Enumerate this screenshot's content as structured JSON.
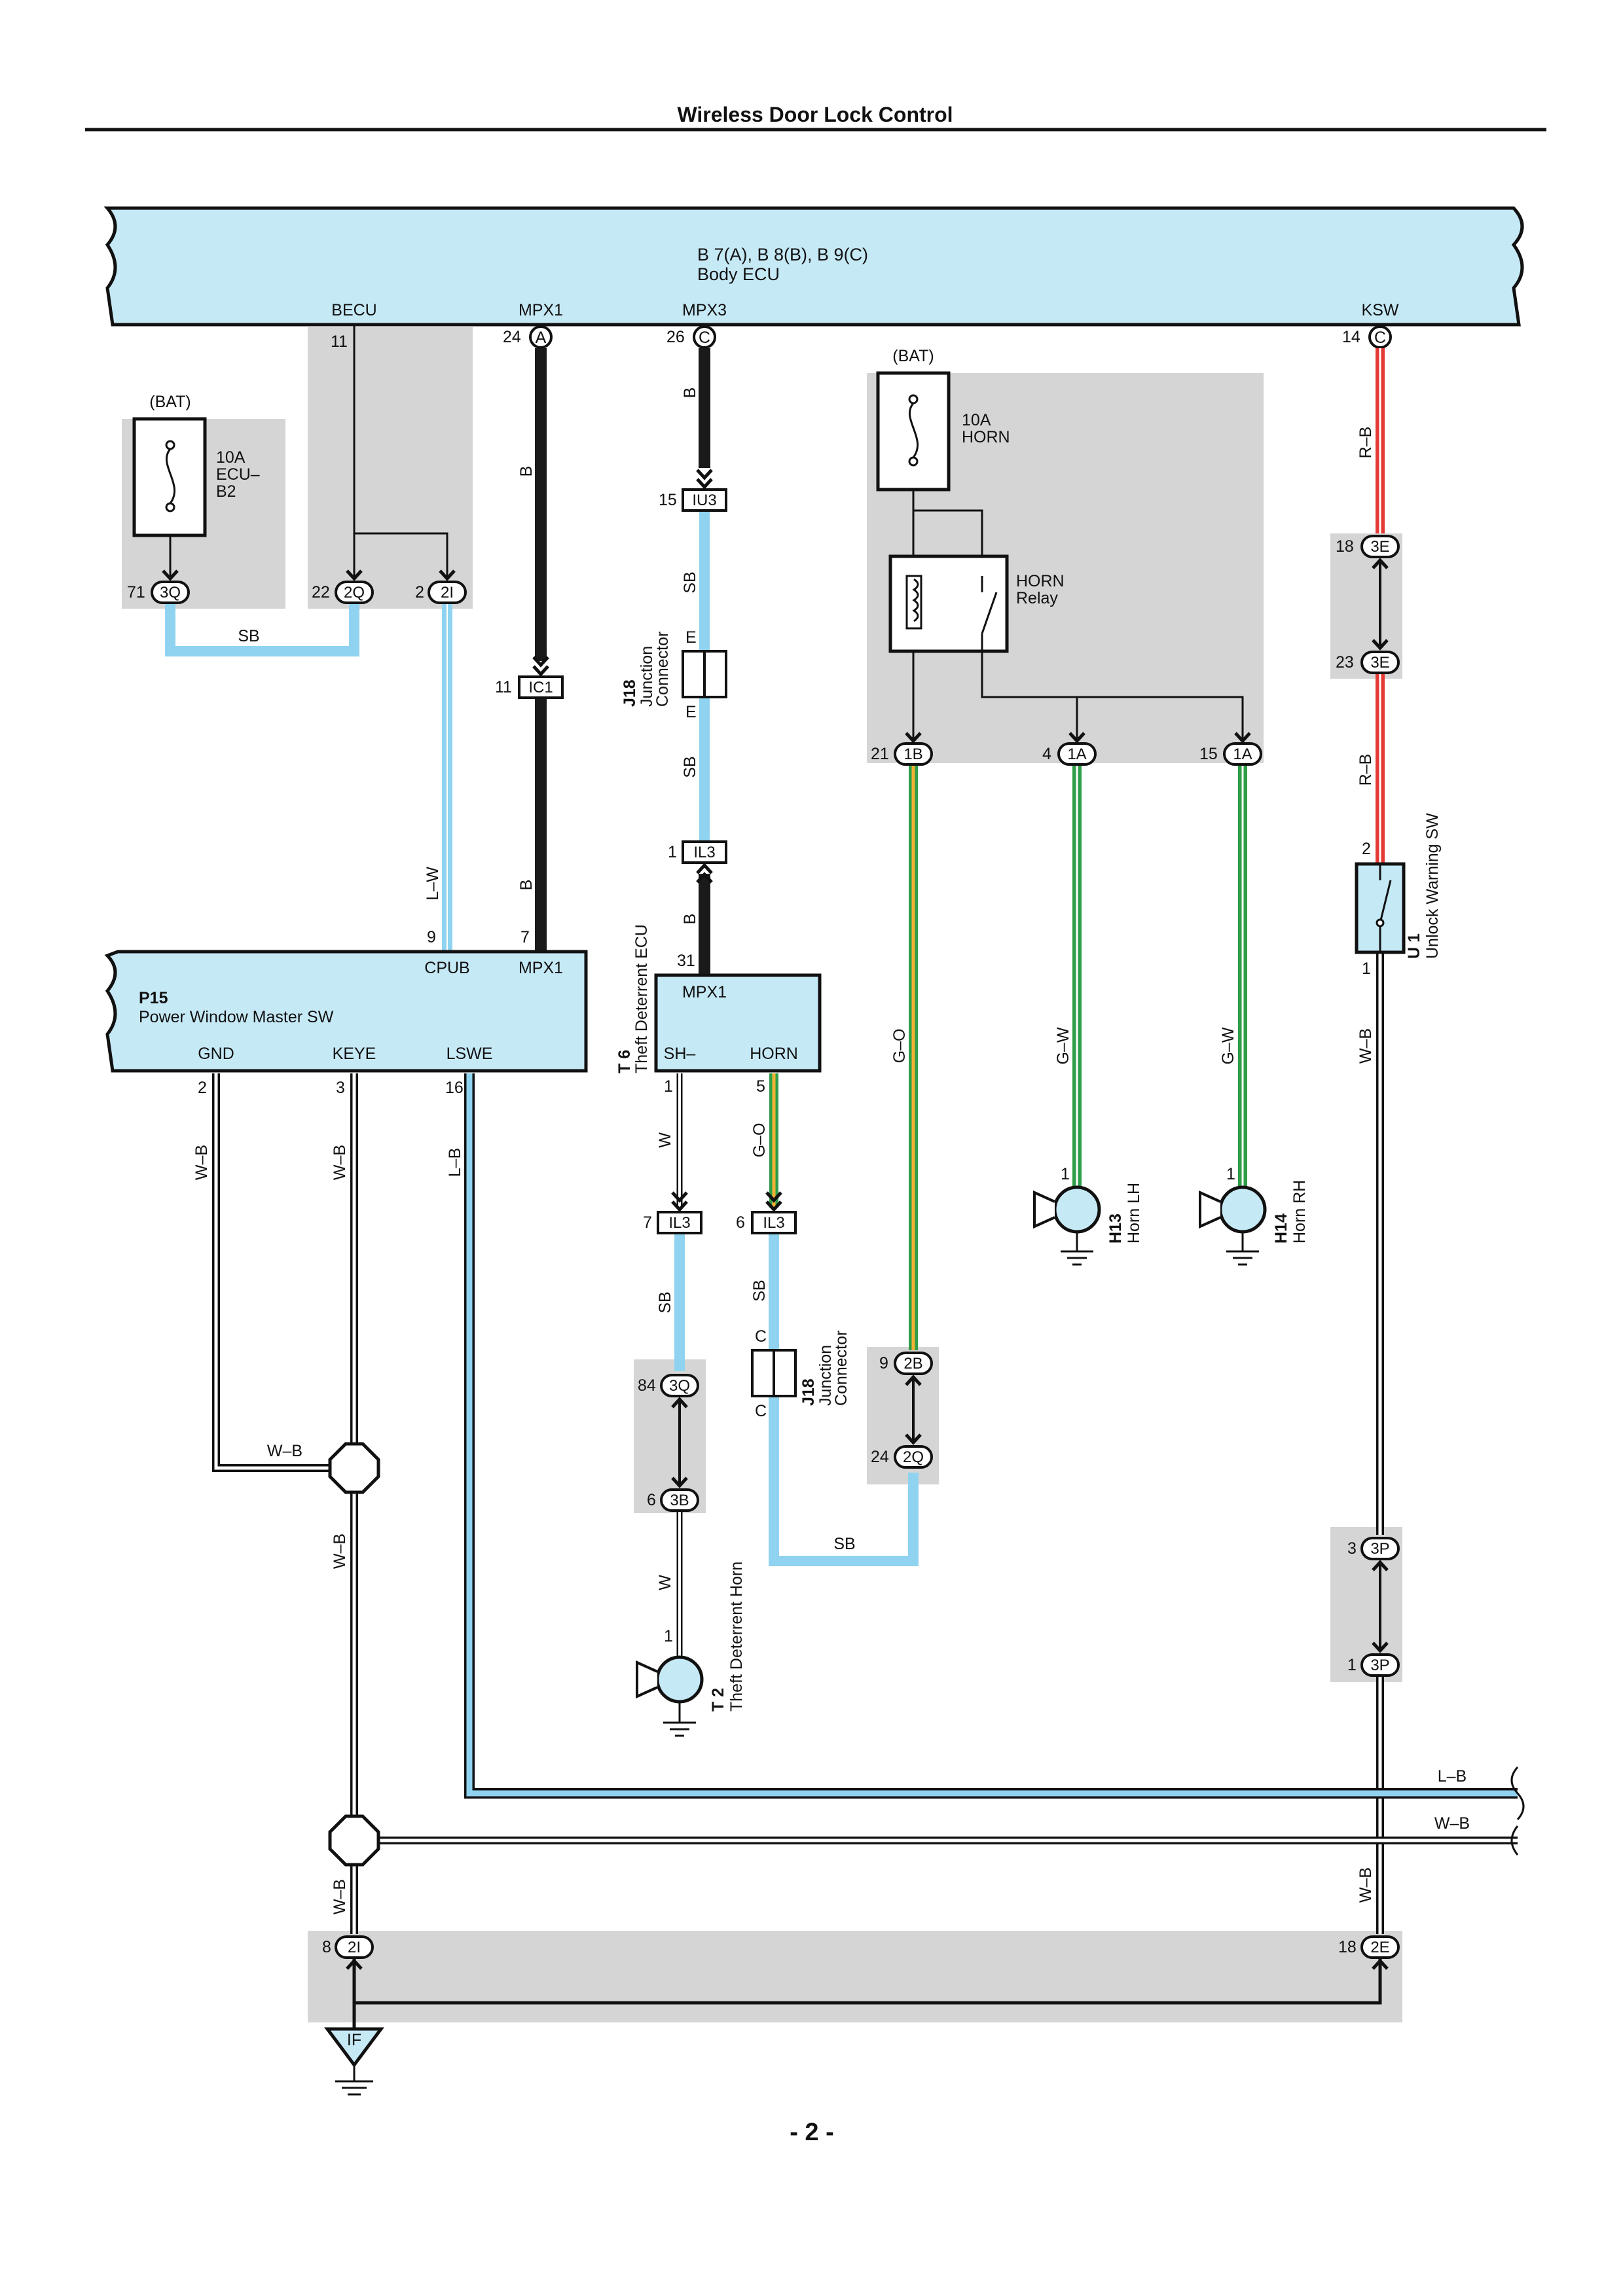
{
  "header": {
    "title": "Wireless Door Lock Control"
  },
  "footer": {
    "page": "- 2 -"
  },
  "body_ecu": {
    "code": "B 7(A), B 8(B), B 9(C)",
    "name": "Body ECU",
    "pins": {
      "becu": {
        "label": "BECU",
        "num": "11"
      },
      "mpx1": {
        "label": "MPX1",
        "num": "24",
        "conn": "A"
      },
      "mpx3": {
        "label": "MPX3",
        "num": "26",
        "conn": "C"
      },
      "ksw": {
        "label": "KSW",
        "num": "14",
        "conn": "C"
      }
    }
  },
  "fuse_ecu": {
    "bat": "(BAT)",
    "rating": "10A",
    "name1": "ECU–",
    "name2": "B2"
  },
  "fuse_horn": {
    "bat": "(BAT)",
    "rating": "10A",
    "name": "HORN"
  },
  "horn_relay": {
    "line1": "HORN",
    "line2": "Relay"
  },
  "p15": {
    "code": "P15",
    "name": "Power Window Master SW",
    "pins": {
      "cpub": {
        "label": "CPUB",
        "num": "9"
      },
      "mpx1": {
        "label": "MPX1",
        "num": "7"
      },
      "gnd": {
        "label": "GND",
        "num": "2"
      },
      "keye": {
        "label": "KEYE",
        "num": "3"
      },
      "lswe": {
        "label": "LSWE",
        "num": "16"
      }
    }
  },
  "t6": {
    "code": "T 6",
    "name": "Theft Deterrent ECU",
    "pins": {
      "mpx1": {
        "label": "MPX1",
        "num": "31"
      },
      "sh": {
        "label": "SH–",
        "num": "1"
      },
      "horn": {
        "label": "HORN",
        "num": "5"
      }
    }
  },
  "j18": {
    "code": "J18",
    "name1": "Junction",
    "name2": "Connector",
    "e": "E",
    "c": "C"
  },
  "u1": {
    "code": "U 1",
    "name": "Unlock Warning SW",
    "pin_top": "2",
    "pin_bottom": "1"
  },
  "h13": {
    "code": "H13",
    "name": "Horn LH",
    "pin": "1"
  },
  "h14": {
    "code": "H14",
    "name": "Horn RH",
    "pin": "1"
  },
  "t2": {
    "code": "T 2",
    "name": "Theft Deterrent Horn",
    "pin": "1"
  },
  "ground_point": {
    "label": "IF"
  },
  "connectors": {
    "c3q_71": {
      "num": "71",
      "id": "3Q"
    },
    "c2q_22": {
      "num": "22",
      "id": "2Q"
    },
    "c2i_2": {
      "num": "2",
      "id": "2I"
    },
    "c3e_18": {
      "num": "18",
      "id": "3E"
    },
    "c3e_23": {
      "num": "23",
      "id": "3E"
    },
    "iu3": {
      "num": "15",
      "id": "IU3"
    },
    "ic1": {
      "num": "11",
      "id": "IC1"
    },
    "il3_1": {
      "num": "1",
      "id": "IL3"
    },
    "c1b": {
      "num": "21",
      "id": "1B"
    },
    "c1a_4": {
      "num": "4",
      "id": "1A"
    },
    "c1a_15": {
      "num": "15",
      "id": "1A"
    },
    "il3_7": {
      "num": "7",
      "id": "IL3"
    },
    "il3_6": {
      "num": "6",
      "id": "IL3"
    },
    "c2b_9": {
      "num": "9",
      "id": "2B"
    },
    "c2q_24": {
      "num": "24",
      "id": "2Q"
    },
    "c3q_84": {
      "num": "84",
      "id": "3Q"
    },
    "c3b_6": {
      "num": "6",
      "id": "3B"
    },
    "c3p_3": {
      "num": "3",
      "id": "3P"
    },
    "c3p_1": {
      "num": "1",
      "id": "3P"
    },
    "c2i_8": {
      "num": "8",
      "id": "2I"
    },
    "c2e_18": {
      "num": "18",
      "id": "2E"
    }
  },
  "wires": {
    "sb": "SB",
    "b": "B",
    "lw": "L–W",
    "rb": "R–B",
    "wb": "W–B",
    "lb": "L–B",
    "w": "W",
    "go": "G–O",
    "gw": "G–W"
  },
  "colors": {
    "ecu_fill": "#c6e9f6",
    "shade": "#d5d5d5",
    "sb": "#8fd3f0",
    "black": "#1a1a1a",
    "red": "#e53935",
    "green": "#2e9e48",
    "orange": "#f2b134"
  }
}
